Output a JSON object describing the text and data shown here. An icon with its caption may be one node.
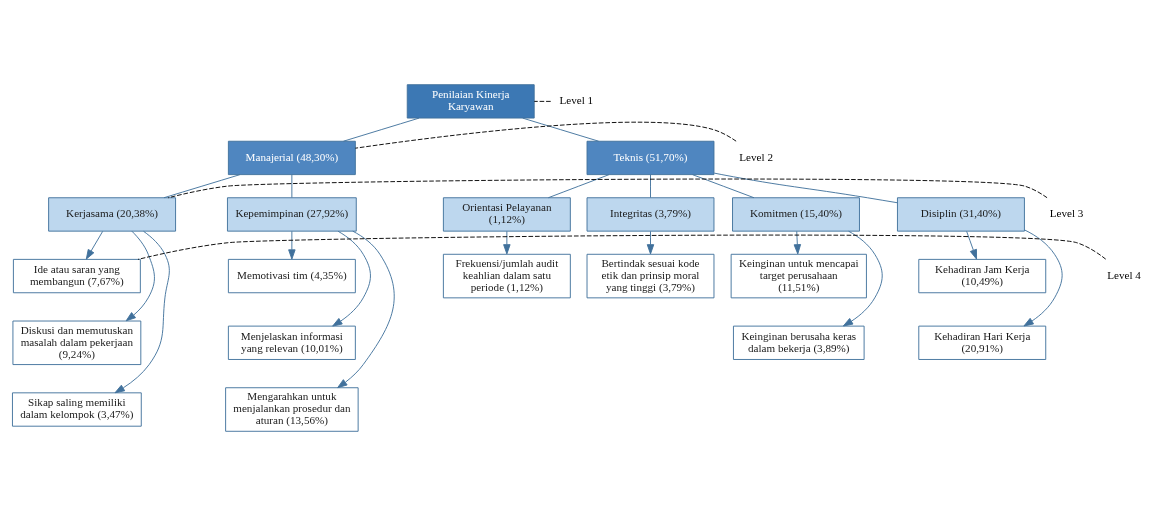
{
  "diagram": {
    "nodes": [
      {
        "text": [
          "Penilaian Kinerja Karyawan"
        ]
      },
      {
        "text": [
          "Manajerial (48,30%)"
        ]
      },
      {
        "text": [
          "Teknis (51,70%)"
        ]
      },
      {
        "text": [
          "Kerjasama (20,38%)"
        ]
      },
      {
        "text": [
          "Kepemimpinan (27,92%)"
        ]
      },
      {
        "text": [
          "Orientasi Pelayanan (1,12%)"
        ]
      },
      {
        "text": [
          "Integritas (3,79%)"
        ]
      },
      {
        "text": [
          "Komitmen (15,40%)"
        ]
      },
      {
        "text": [
          "Disiplin (31,40%)"
        ]
      },
      {
        "text": [
          "Ide atau saran yang membangun (7,67%)"
        ]
      },
      {
        "text": [
          "Diskusi dan memutuskan masalah dalam pekerjaan (9,24%)"
        ]
      },
      {
        "text": [
          "Sikap saling memiliki dalam kelompok (3,47%)"
        ]
      },
      {
        "text": [
          "Memotivasi tim (4,35%)"
        ]
      },
      {
        "text": [
          "Menjelaskan informasi yang relevan (10,01%)"
        ]
      },
      {
        "text": [
          "Mengarahkan untuk menjalankan prosedur dan aturan (13,56%)"
        ]
      },
      {
        "text": [
          "Frekuensi/jumlah audit keahlian dalam satu periode (1,12%)"
        ]
      },
      {
        "text": [
          "Bertindak sesuai kode etik dan prinsip moral yang tinggi (3,79%)"
        ]
      },
      {
        "text": [
          "Keinginan untuk mencapai target perusahaan (11,51%)"
        ]
      },
      {
        "text": [
          "Keinginan berusaha keras dalam bekerja (3,89%)"
        ]
      },
      {
        "text": [
          "Kehadiran Jam Kerja (10,49%)"
        ]
      },
      {
        "text": [
          "Kehadiran Hari Kerja (20,91%)"
        ]
      },
      {
        "text": [
          "Level 1"
        ]
      },
      {
        "text": [
          "Level 2"
        ]
      },
      {
        "text": [
          "Level 3"
        ]
      },
      {
        "text": [
          "Level 4"
        ]
      }
    ],
    "edges": [
      {
        "from": 0,
        "to": 1,
        "arrow": "none"
      },
      {
        "from": 0,
        "to": 2,
        "arrow": "none"
      },
      {
        "from": 1,
        "to": 3,
        "arrow": "none"
      },
      {
        "from": 1,
        "to": 4,
        "arrow": "none"
      },
      {
        "from": 2,
        "to": 5,
        "arrow": "none"
      },
      {
        "from": 2,
        "to": 6,
        "arrow": "none"
      },
      {
        "from": 2,
        "to": 7,
        "arrow": "none"
      },
      {
        "from": 2,
        "to": 8,
        "arrow": "none"
      },
      {
        "from": 3,
        "to": 9,
        "arrow": "to"
      },
      {
        "from": 3,
        "to": 10,
        "arrow": "to"
      },
      {
        "from": 3,
        "to": 11,
        "arrow": "to"
      },
      {
        "from": 4,
        "to": 12,
        "arrow": "to"
      },
      {
        "from": 4,
        "to": 13,
        "arrow": "to"
      },
      {
        "from": 4,
        "to": 14,
        "arrow": "to"
      },
      {
        "from": 5,
        "to": 15,
        "arrow": "to"
      },
      {
        "from": 6,
        "to": 16,
        "arrow": "to"
      },
      {
        "from": 7,
        "to": 17,
        "arrow": "to"
      },
      {
        "from": 7,
        "to": 18,
        "arrow": "to"
      },
      {
        "from": 8,
        "to": 19,
        "arrow": "to"
      },
      {
        "from": 8,
        "to": 20,
        "arrow": "to"
      },
      {
        "from": 21,
        "to": 0,
        "arrow": "none",
        "style": "dashed",
        "color": "#000000"
      },
      {
        "from": 22,
        "to": 1,
        "arrow": "none",
        "style": "dashed",
        "color": "#000000"
      },
      {
        "from": 23,
        "to": 3,
        "arrow": "none",
        "style": "dashed",
        "color": "#000000"
      },
      {
        "from": 24,
        "to": 9,
        "arrow": "none",
        "style": "dashed",
        "color": "#000000"
      }
    ]
  }
}
